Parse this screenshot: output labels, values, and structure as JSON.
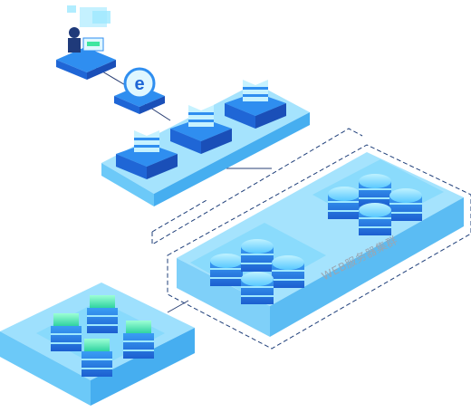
{
  "diagram": {
    "cluster_label": "WEB服务器集群",
    "colors": {
      "platform_top": "#8fdcfb",
      "platform_side": "#3db4ef",
      "platform_dark": "#1b84d6",
      "device_blue": "#2f8ef0",
      "device_light": "#9ee8ff",
      "device_dark": "#1f3a7a",
      "accent_green": "#3fe6a0",
      "dash": "#1f3f7a",
      "link": "#2a3f74"
    },
    "nodes": [
      {
        "role": "user-workstation",
        "icon": "person-at-computer-icon"
      },
      {
        "role": "internet",
        "icon": "browser-e-icon"
      },
      {
        "role": "gateway-group",
        "icon": "database-stack-icon",
        "count": 3
      },
      {
        "role": "web-server-cluster",
        "icon": "server-stack-icon",
        "count": 8
      },
      {
        "role": "data-cluster",
        "icon": "server-stack-icon",
        "count": 4
      }
    ]
  }
}
